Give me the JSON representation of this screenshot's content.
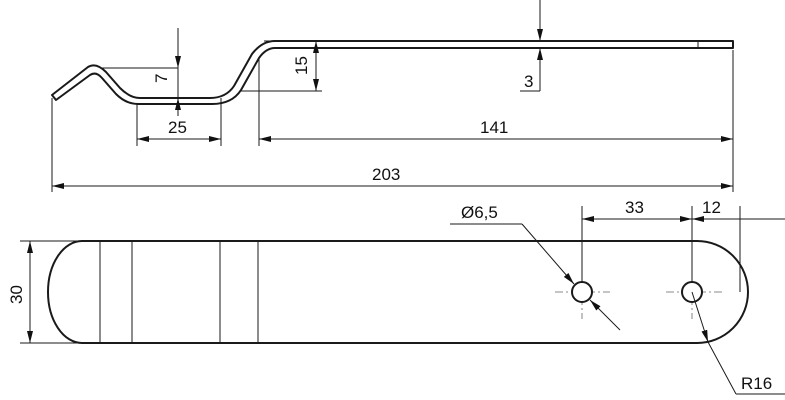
{
  "dimensions": {
    "total_length": "203",
    "straight_length": "141",
    "bend_width": "25",
    "bend_depth_small": "7",
    "bend_height": "15",
    "thickness": "3",
    "hole_diameter": "Ø6,5",
    "hole_spacing": "33",
    "hole_edge_offset": "12",
    "width": "30",
    "end_radius": "R16"
  }
}
